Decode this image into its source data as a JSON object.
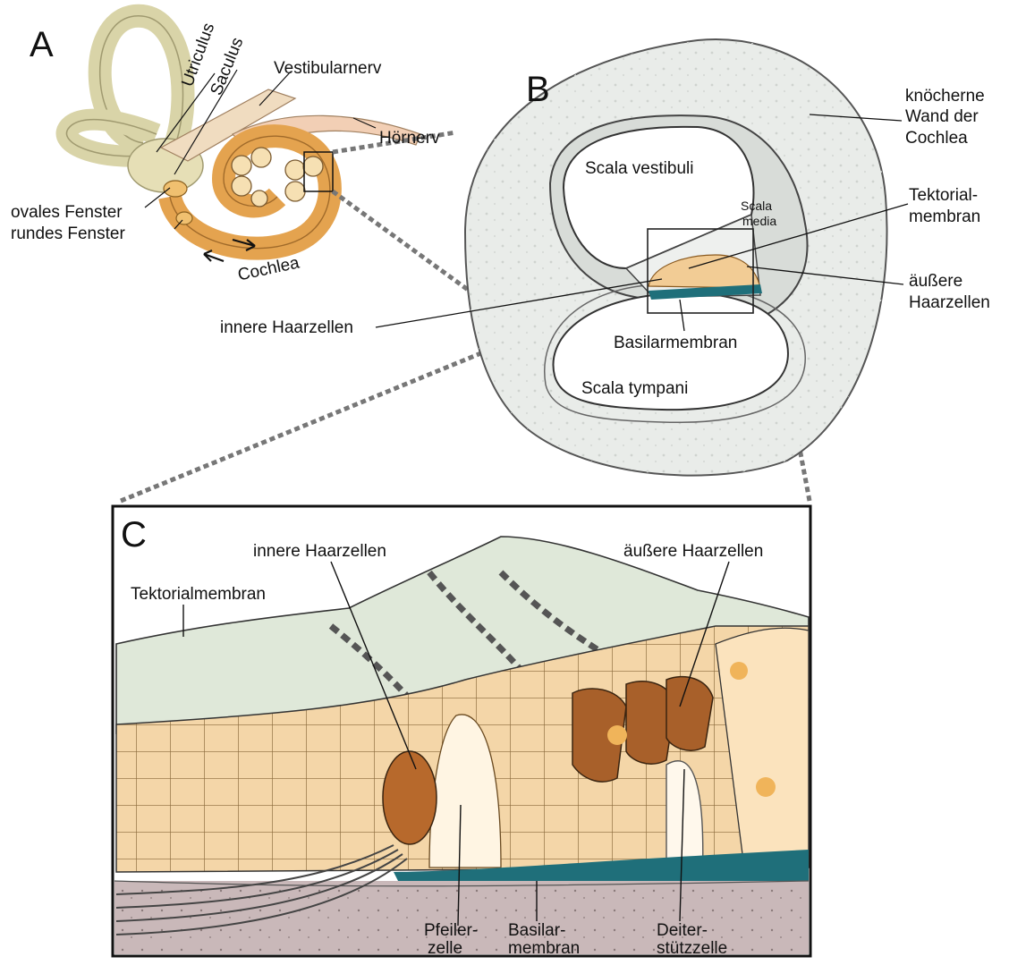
{
  "panels": {
    "a": "A",
    "b": "B",
    "c": "C"
  },
  "panel_a": {
    "utriculus": "Utriculus",
    "saculus": "Saculus",
    "vestibularnerv": "Vestibularnerv",
    "hoernerv": "Hörnerv",
    "ovales_fenster": "ovales Fenster",
    "rundes_fenster": "rundes Fenster",
    "cochlea": "Cochlea"
  },
  "panel_b": {
    "knoecherne_1": "knöcherne",
    "knoecherne_2": "Wand der",
    "knoecherne_3": "Cochlea",
    "scala_vestibuli": "Scala vestibuli",
    "scala_media_1": "Scala",
    "scala_media_2": "media",
    "tektorial_1": "Tektorial-",
    "tektorial_2": "membran",
    "aeussere_1": "äußere",
    "aeussere_2": "Haarzellen",
    "innere": "innere Haarzellen",
    "basilar": "Basilarmembran",
    "scala_tympani": "Scala tympani"
  },
  "panel_c": {
    "tektorialmembran": "Tektorialmembran",
    "innere": "innere Haarzellen",
    "aeussere": "äußere Haarzellen",
    "pfeiler_1": "Pfeiler-",
    "pfeiler_2": "zelle",
    "basilar_1": "Basilar-",
    "basilar_2": "membran",
    "deiter_1": "Deiter-",
    "deiter_2": "stützzelle"
  },
  "colors": {
    "tissue": "#f4d6a8",
    "tissue_dark": "#e2b06a",
    "hair_cell": "#b7692c",
    "basilar_teal": "#1f6f7a",
    "bone": "#e9ece9",
    "tectorial": "#dfe8d9",
    "lower_bone": "#c9b8b9"
  }
}
